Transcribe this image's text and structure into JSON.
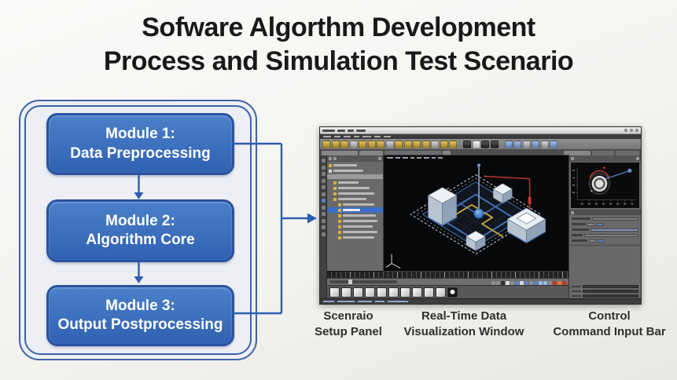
{
  "title": {
    "line1": "Sofware Algorthm Development",
    "line2": "Process and Simulation Test Scenario"
  },
  "flowchart": {
    "modules": [
      {
        "line1": "Module 1:",
        "line2": "Data Preprocessing"
      },
      {
        "line1": "Module 2:",
        "line2": "Algorithm Core"
      },
      {
        "line1": "Module 3:",
        "line2": "Output Postprocessing"
      }
    ]
  },
  "captions": [
    {
      "line1": "Scenraio",
      "line2": "Setup Panel"
    },
    {
      "line1": "Real-Time Data",
      "line2": "Visualization Window"
    },
    {
      "line1": "Control",
      "line2": "Command Input Bar"
    }
  ],
  "colors": {
    "title_text": "#191919",
    "caption_text": "#2f2f2f",
    "module_fill_top": "#4a80c9",
    "module_fill_bottom": "#3161b2",
    "module_border": "#2a52a0",
    "connector": "#2e5faf",
    "panel_border": "#3c63a8",
    "selection_blue": "#3b6fc7",
    "path_blue": "#3e6fb5",
    "path_yellow": "#c9a93e",
    "wire_red": "#b03830",
    "viewport_bg": "#07080a"
  },
  "screenshot": {
    "titlebar_word_widths": [
      16,
      10,
      8,
      12
    ],
    "menu_word_widths": [
      10,
      8,
      9,
      7,
      11,
      8,
      9
    ],
    "toolbar_icons": [
      "amber",
      "amber",
      "amber",
      "gray",
      "amber",
      "amber",
      "amber",
      "gray",
      "amber",
      "amber",
      "amber",
      "amber",
      "gray",
      "amber",
      "amber",
      "sep",
      "dark",
      "light",
      "dark",
      "dark",
      "sep",
      "blue",
      "blue",
      "gray",
      "blue",
      "gray",
      "blue"
    ],
    "tabs": [
      {
        "w": 46,
        "tone": "a"
      },
      {
        "w": 30,
        "tone": "a"
      },
      {
        "w": 72,
        "tone": "b"
      },
      {
        "w": 10,
        "tone": "a"
      },
      {
        "w": 0,
        "tone": "sp"
      },
      {
        "w": 34,
        "tone": "a"
      },
      {
        "w": 28,
        "tone": "b"
      },
      {
        "w": 30,
        "tone": "b"
      }
    ],
    "left_strip_icons": [
      "gray",
      "gray",
      "gray",
      "gray",
      "gray",
      "gray",
      "blue",
      "gray",
      "gray",
      "gray",
      "gray",
      "gray"
    ],
    "tree_rows": [
      {
        "type": "item",
        "indent": 0,
        "icon": "yellow",
        "w": 30
      },
      {
        "type": "item",
        "indent": 0,
        "icon": "white",
        "w": 38
      },
      {
        "type": "divider"
      },
      {
        "type": "item",
        "indent": 1,
        "icon": "yellow",
        "w": 26
      },
      {
        "type": "item",
        "indent": 1,
        "icon": "yellow",
        "w": 40
      },
      {
        "type": "item",
        "indent": 1,
        "icon": "yellow",
        "w": 46
      },
      {
        "type": "item",
        "indent": 1,
        "icon": "yellow",
        "w": 36
      },
      {
        "type": "item",
        "indent": 2,
        "icon": "yellow",
        "w": 40
      },
      {
        "type": "item",
        "indent": 2,
        "icon": "yellow",
        "w": 22,
        "selected": true
      },
      {
        "type": "item",
        "indent": 2,
        "icon": "yellow",
        "w": 42
      },
      {
        "type": "item",
        "indent": 2,
        "icon": "yellow",
        "w": 44
      },
      {
        "type": "item",
        "indent": 2,
        "icon": "yellow",
        "w": 38
      },
      {
        "type": "item",
        "indent": 2,
        "icon": "yellow",
        "w": 44
      },
      {
        "type": "item",
        "indent": 2,
        "icon": "yellow",
        "w": 40
      }
    ],
    "vp_menu_word_widths": [
      8,
      6,
      7,
      5,
      6,
      7,
      5,
      6
    ],
    "prop_rows": [
      {
        "label": 24,
        "ctrl": "wide"
      },
      {
        "label": 18,
        "ctrl": "chips"
      },
      {
        "label": 22,
        "ctrl": "blue"
      },
      {
        "label": 14,
        "ctrl": "wide"
      },
      {
        "label": 20,
        "ctrl": "chips"
      }
    ],
    "coord_row_count": 3,
    "control_buttons": [
      "gray",
      "gray",
      "dark",
      "light",
      "gray",
      "blue",
      "light",
      "blue",
      "gray",
      "blue",
      "lightblue",
      "lightblue",
      "gray",
      "red",
      "orange",
      "red"
    ],
    "material_thumbs": [
      "flat",
      "flat",
      "flat",
      "flat",
      "flat",
      "flat",
      "flat",
      "flat",
      "flat",
      "flat",
      "sphere"
    ],
    "status_segment_widths": [
      14,
      22,
      18,
      12,
      26
    ]
  }
}
